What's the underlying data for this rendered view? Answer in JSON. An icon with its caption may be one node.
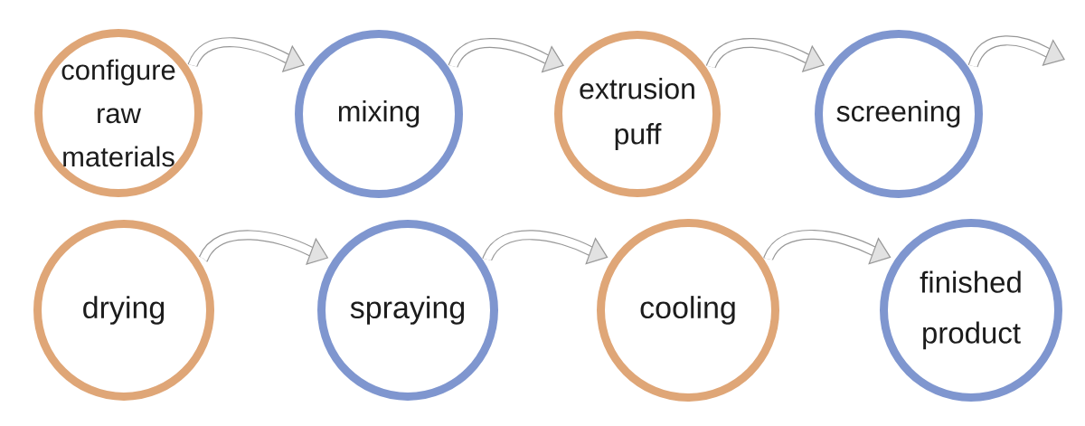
{
  "diagram": {
    "nodes": [
      {
        "text": [
          "configure raw materials"
        ]
      },
      {
        "text": [
          "mixing"
        ]
      },
      {
        "text": [
          "extrusion puff"
        ]
      },
      {
        "text": [
          "screening"
        ]
      },
      {
        "text": [
          "drying"
        ]
      },
      {
        "text": [
          "spraying"
        ]
      },
      {
        "text": [
          "cooling"
        ]
      },
      {
        "text": [
          "finished product"
        ]
      }
    ],
    "edges": [
      {
        "from": 0,
        "to": 1,
        "arrow": "to"
      },
      {
        "from": 1,
        "to": 2,
        "arrow": "to"
      },
      {
        "from": 2,
        "to": 3,
        "arrow": "to"
      },
      {
        "from": 3,
        "to": null,
        "arrow": "to"
      },
      {
        "from": 4,
        "to": 5,
        "arrow": "to"
      },
      {
        "from": 5,
        "to": 6,
        "arrow": "to"
      },
      {
        "from": 6,
        "to": 7,
        "arrow": "to"
      }
    ]
  }
}
